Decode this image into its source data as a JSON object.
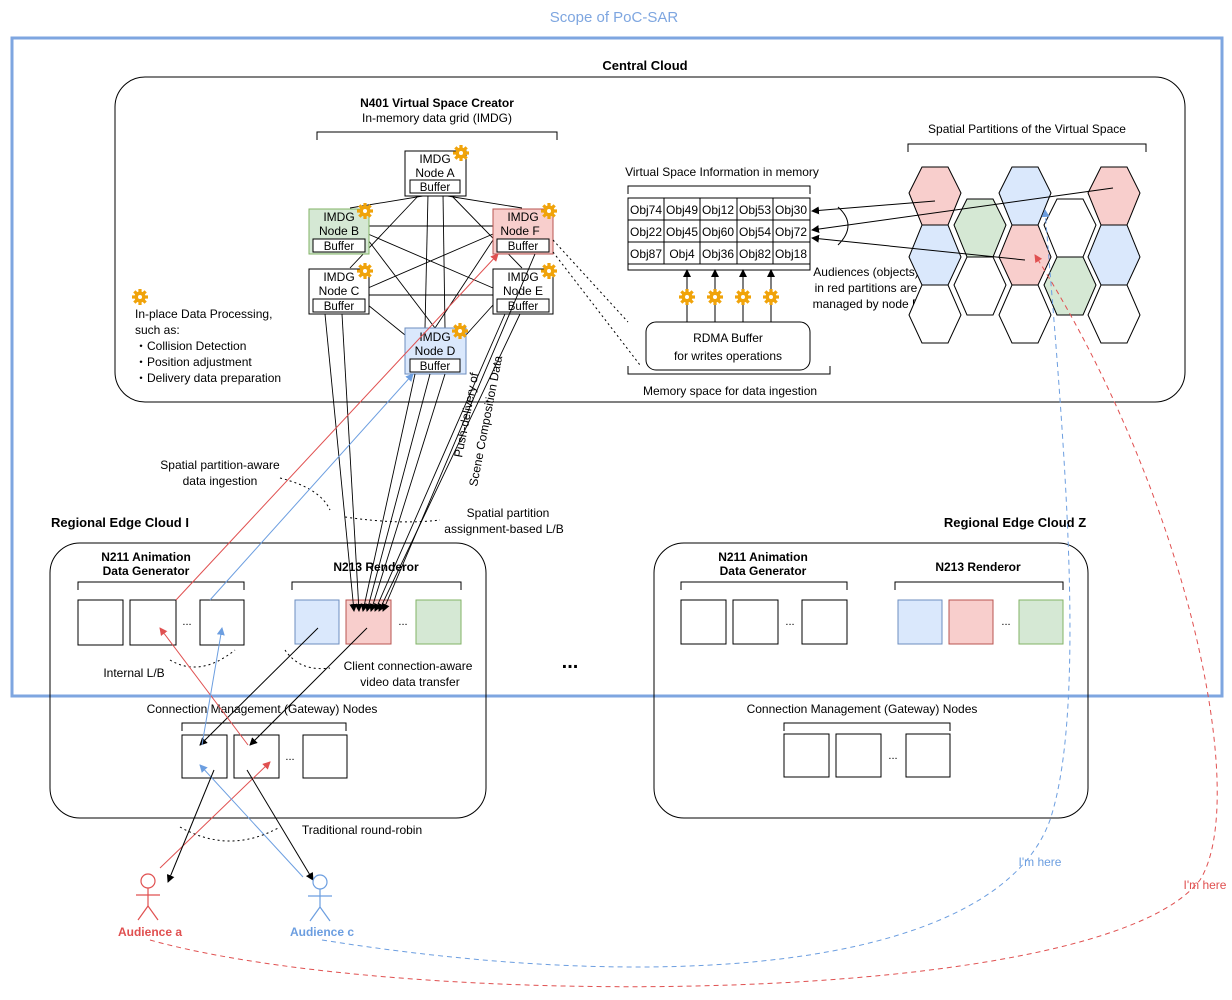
{
  "scope_title": "Scope of PoC-SAR",
  "central_cloud": {
    "title": "Central Cloud",
    "vsc_title": "N401 Virtual Space Creator",
    "imdg_label": "In-memory data grid (IMDG)",
    "nodes": [
      {
        "line1": "IMDG",
        "line2": "Node A",
        "buffer": "Buffer"
      },
      {
        "line1": "IMDG",
        "line2": "Node B",
        "buffer": "Buffer"
      },
      {
        "line1": "IMDG",
        "line2": "Node F",
        "buffer": "Buffer"
      },
      {
        "line1": "IMDG",
        "line2": "Node C",
        "buffer": "Buffer"
      },
      {
        "line1": "IMDG",
        "line2": "Node E",
        "buffer": "Buffer"
      },
      {
        "line1": "IMDG",
        "line2": "Node D",
        "buffer": "Buffer"
      }
    ],
    "inplace": {
      "title": "In-place Data Processing,",
      "subtitle": "such as:",
      "items": [
        "・Collision Detection",
        "・Position adjustment",
        "・Delivery data preparation"
      ]
    },
    "vsi_title": "Virtual Space Information in memory",
    "objects": [
      [
        "Obj74",
        "Obj49",
        "Obj12",
        "Obj53",
        "Obj30"
      ],
      [
        "Obj22",
        "Obj45",
        "Obj60",
        "Obj54",
        "Obj72"
      ],
      [
        "Obj87",
        "Obj4",
        "Obj36",
        "Obj82",
        "Obj18"
      ]
    ],
    "rdma_line1": "RDMA Buffer",
    "rdma_line2": "for writes operations",
    "memory_label": "Memory space for data ingestion",
    "audience_note": [
      "Audiences (objects)",
      "in red partitions are",
      "managed by node F"
    ],
    "spatial_title": "Spatial Partitions of the Virtual Space"
  },
  "annotations": {
    "push_line1": "Push-delivery of",
    "push_line2": "Scene Composition Data",
    "ingest_line1": "Spatial partition-aware",
    "ingest_line2": "data ingestion",
    "lb_line1": "Spatial partition",
    "lb_line2": "assignment-based L/B",
    "internal_lb": "Internal L/B",
    "client_line1": "Client connection-aware",
    "client_line2": "video data transfer",
    "round_robin": "Traditional round-robin",
    "ellipsis_big": "...",
    "im_here_blue": "I'm here",
    "im_here_red": "I'm here"
  },
  "edge_i": {
    "title": "Regional Edge Cloud I",
    "anim_line1": "N211 Animation",
    "anim_line2": "Data Generator",
    "renderer": "N213 Renderor",
    "gateway": "Connection Management (Gateway) Nodes",
    "dots": "..."
  },
  "edge_z": {
    "title": "Regional Edge Cloud Z",
    "anim_line1": "N211 Animation",
    "anim_line2": "Data Generator",
    "renderer": "N213 Renderor",
    "gateway": "Connection Management (Gateway) Nodes",
    "dots": "..."
  },
  "audiences": {
    "a": "Audience a",
    "c": "Audience c"
  },
  "colors": {
    "scope_blue": "#7ea6e0",
    "node_green": "#d5e8d4",
    "node_green_stroke": "#82b366",
    "node_red": "#f8cecc",
    "node_red_stroke": "#b85450",
    "node_blue": "#dae8fc",
    "node_blue_stroke": "#6c8ebf",
    "arrow_red": "#e05050",
    "arrow_blue": "#6c9ee0",
    "cog": "#f0a30a"
  }
}
